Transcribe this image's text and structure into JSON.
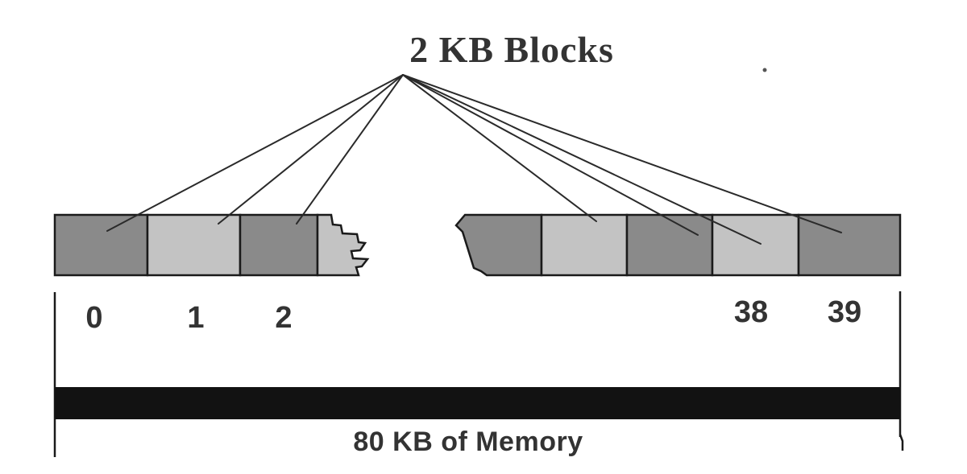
{
  "diagram": {
    "title": "2 KB Blocks",
    "memory_label": "80 KB of Memory",
    "block_labels": {
      "b0": "0",
      "b1": "1",
      "b2": "2",
      "b38": "38",
      "b39": "39"
    }
  },
  "colors": {
    "background": "#ffffff",
    "dark_block": "#8a8a8a",
    "light_block": "#c3c3c3",
    "outline": "#1a1a1a",
    "connector": "#2a2a2a",
    "memory_bar": "#121212",
    "text": "#333333",
    "speck": "#555555"
  }
}
